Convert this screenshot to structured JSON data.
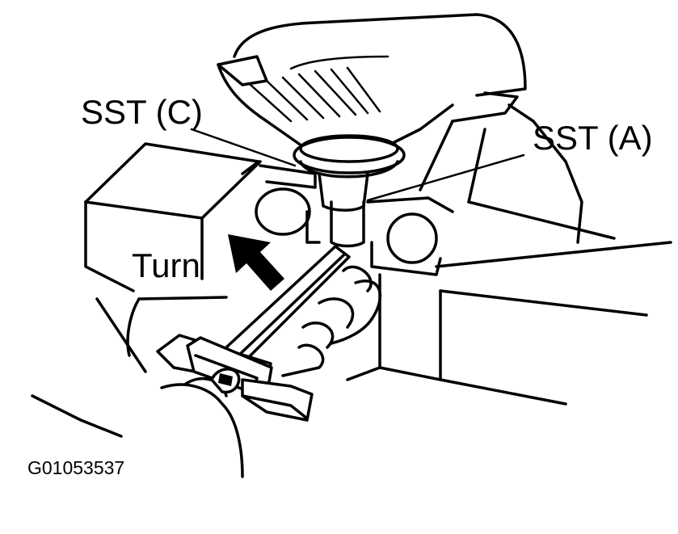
{
  "labels": {
    "sst_c": "SST (C)",
    "sst_a": "SST (A)",
    "turn": "Turn",
    "figure_id": "G01053537"
  }
}
